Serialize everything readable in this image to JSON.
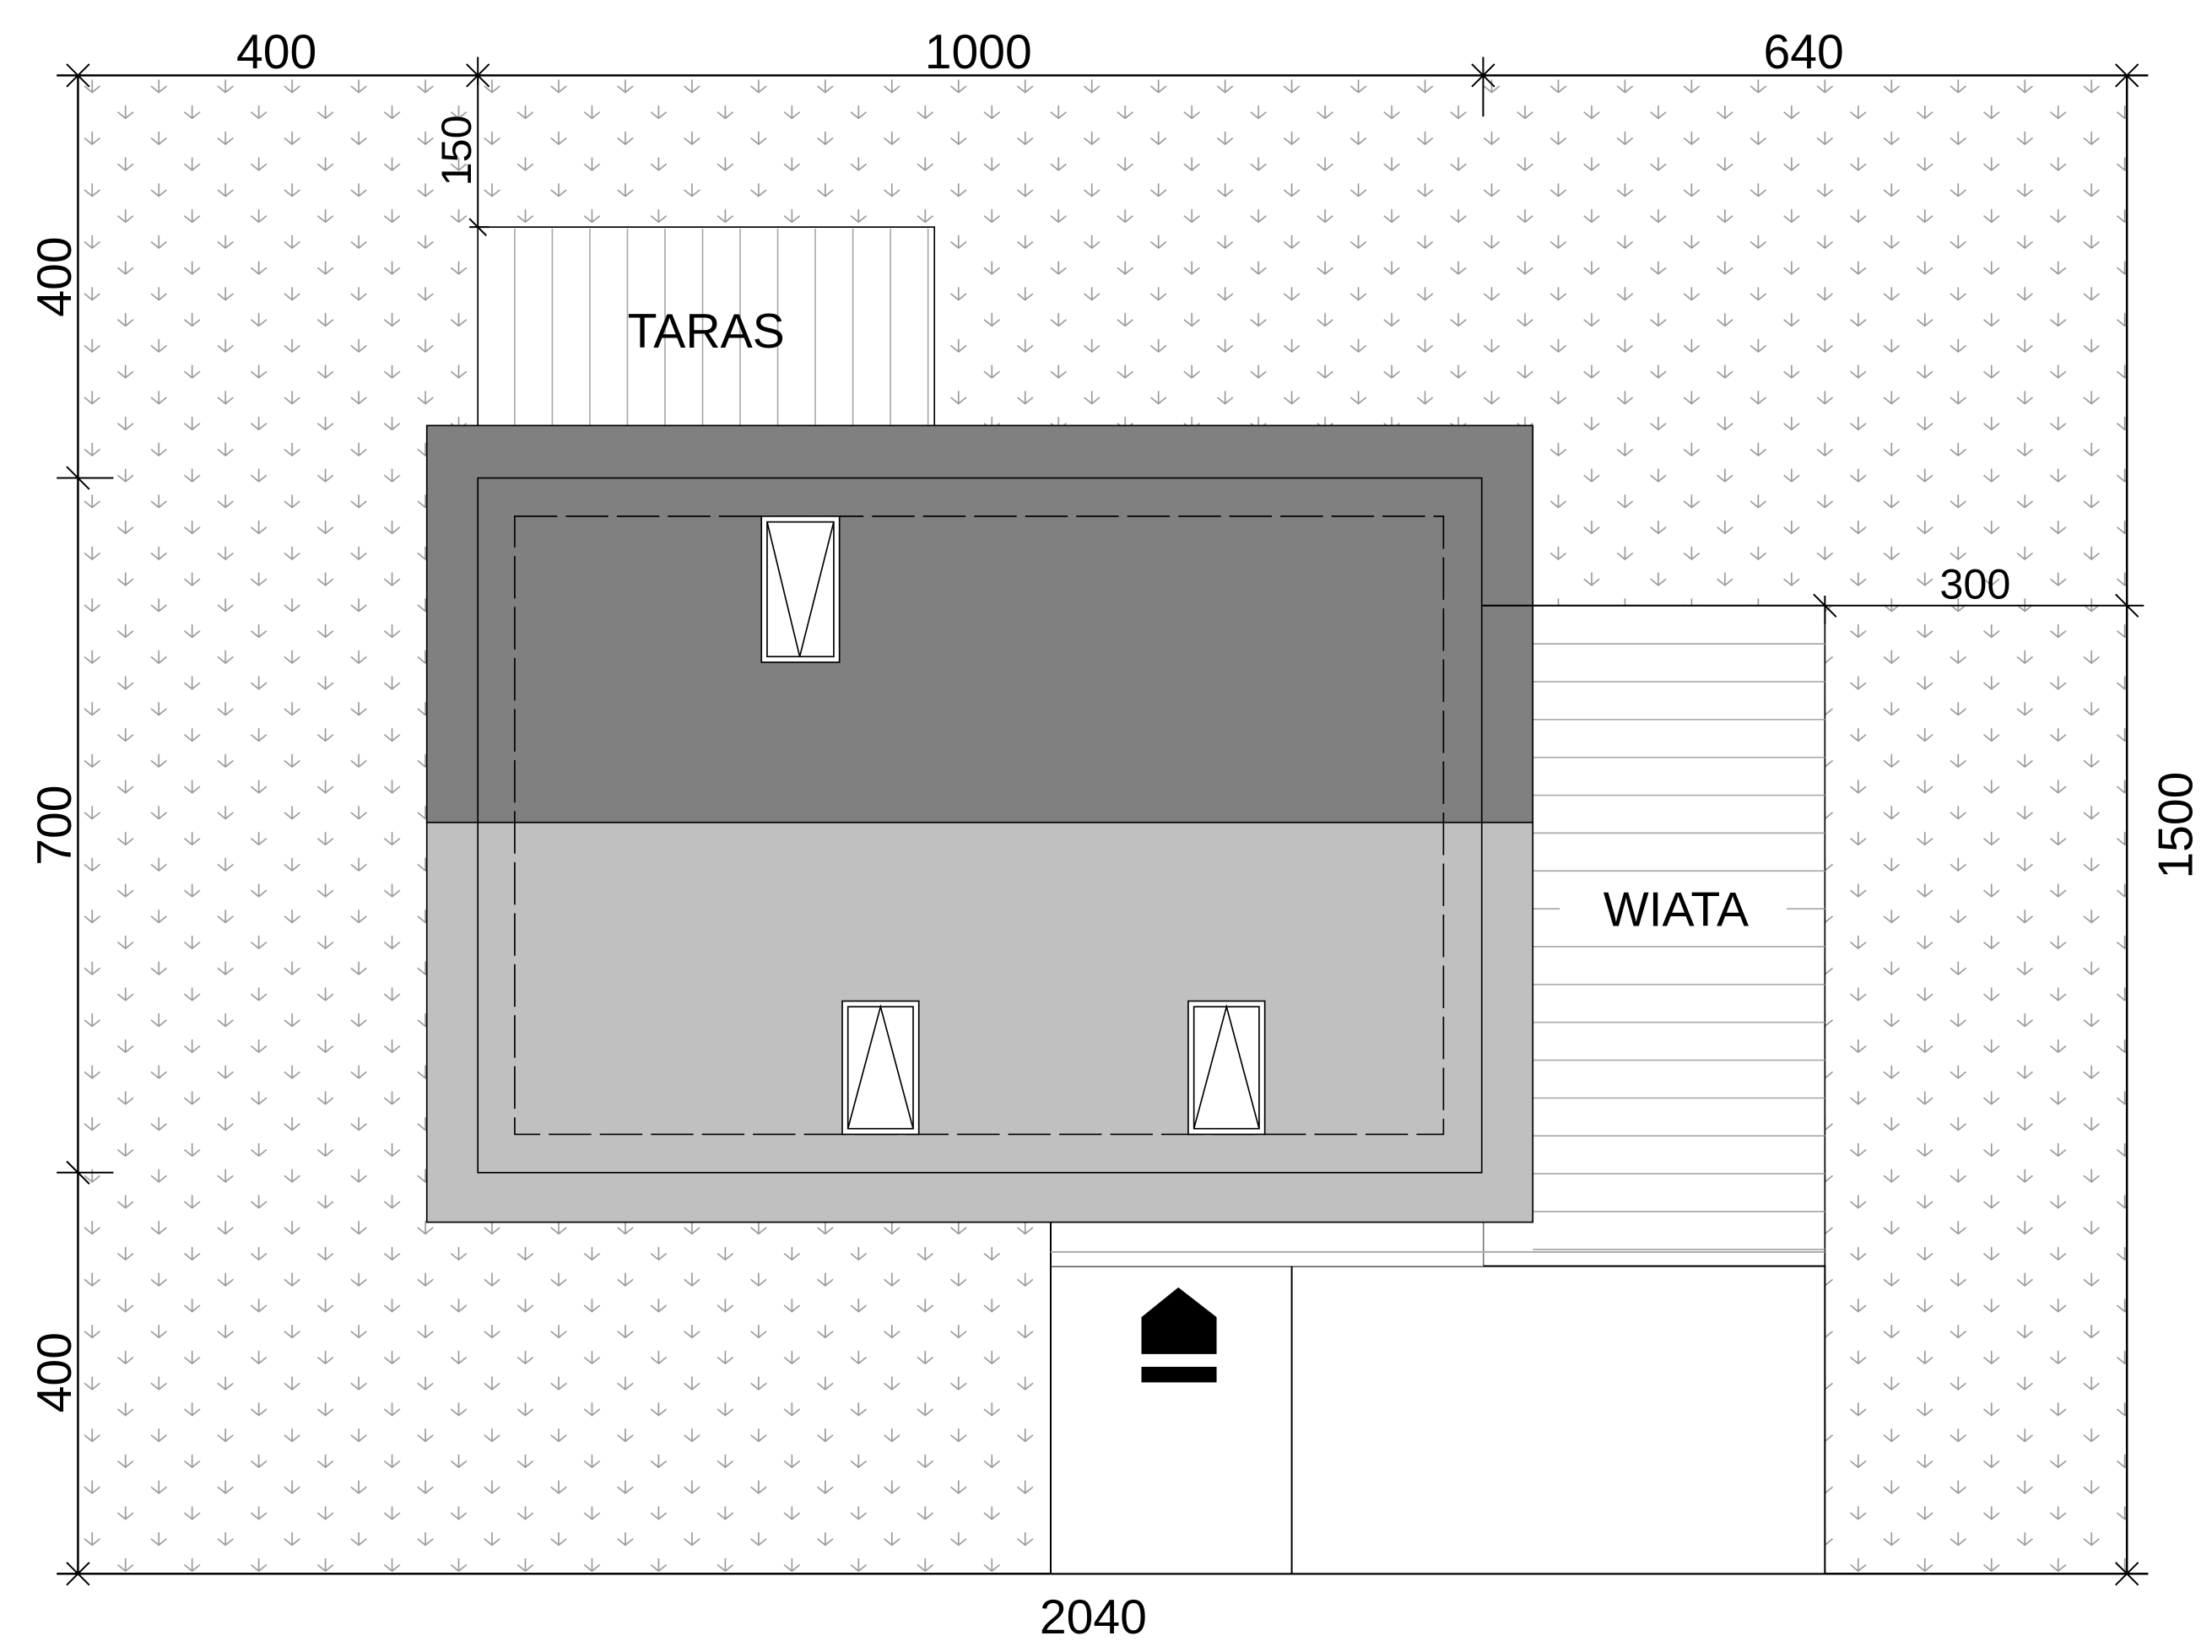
{
  "dimensions": {
    "top": [
      "400",
      "1000",
      "640"
    ],
    "left": [
      "400",
      "700",
      "400"
    ],
    "taras_offset": "150",
    "wiata_offset": "300",
    "right_total": "1500",
    "bottom_total": "2040"
  },
  "labels": {
    "taras": "TARAS",
    "wiata": "WIATA"
  },
  "colors": {
    "roof_dark": "#808080",
    "roof_light": "#c0c0c0",
    "grass_symbol": "#9a9a9a"
  }
}
